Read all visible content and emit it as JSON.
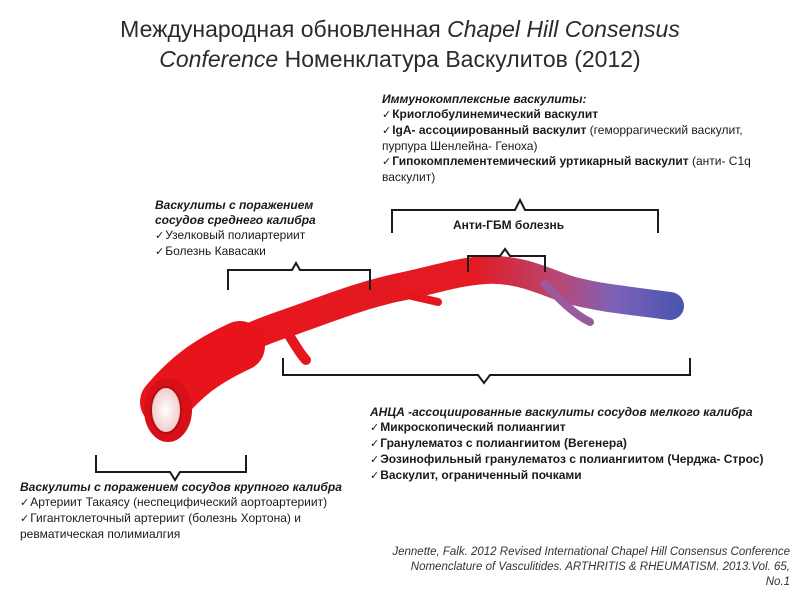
{
  "title": {
    "part1": "Международная обновленная ",
    "italic1": "Chapel Hill Consensus",
    "italic2": "Conference",
    "part2": " Номенклатура Васкулитов (2012)"
  },
  "immune": {
    "header": "Иммунокомплексные  васкулиты:",
    "item1_bold": "Криоглобулинемический васкулит",
    "item2_bold": "IgA- ассоциированный васкулит",
    "item2_rest": " (геморрагический васкулит, пурпура Шенлейна- Геноха)",
    "item3_bold": "Гипокомплементемический уртикарный васкулит",
    "item3_rest": " (анти- C1q васкулит)"
  },
  "medium": {
    "header1": "Васкулиты с поражением",
    "header2": "сосудов среднего калибра",
    "item1": "Узелковый полиартериит",
    "item2": "Болезнь Кавасаки"
  },
  "anti_gbm": "Анти-ГБМ болезнь",
  "anca": {
    "header": "АНЦА -ассоциированные васкулиты  сосудов мелкого калибра",
    "item1": "Микроскопический полиангиит",
    "item2": "Гранулематоз с полиангиитом (Вегенера)",
    "item3": "Эозинофильный гранулематоз с полиангиитом (Черджа- Строс)",
    "item4": "Васкулит, ограниченный почками"
  },
  "large": {
    "header": "Васкулиты с поражением сосудов крупного калибра",
    "item1": "Артериит Такаясу (неспецифический аортоартериит)",
    "item2": "Гигантоклеточный артериит (болезнь Хортона) и ревматическая полимиалгия"
  },
  "citation": "Jennette, Falk. 2012 Revised International Chapel Hill Consensus Conference Nomenclature of Vasculitides. ARTHRITIS & RHEUMATISM. 2013.Vol. 65, No.1",
  "check_glyph": "✓",
  "colors": {
    "artery": "#e8141c",
    "artery_dark": "#b50d14",
    "vein": "#4a55b0"
  }
}
